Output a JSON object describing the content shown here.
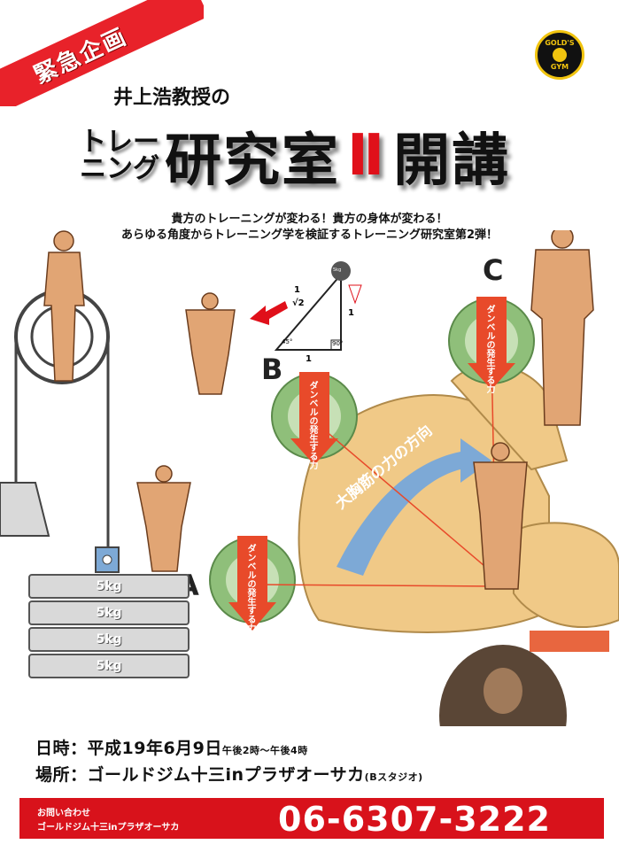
{
  "badge": {
    "label": "緊急企画"
  },
  "logo": {
    "text_top": "GOLD'S",
    "text_bottom": "GYM"
  },
  "header": {
    "professor": "井上浩教授の",
    "title_small_1": "トレー",
    "title_small_2": "ニング",
    "title_main": "研究室",
    "title_numeral": "Ⅱ",
    "title_end": "開講"
  },
  "tagline": {
    "line1": "貴方のトレーニングが変わる！貴方の身体が変わる！",
    "line2": "あらゆる角度からトレーニング学を検証するトレーニング研究室第2弾！"
  },
  "weights": [
    "5kg",
    "5kg",
    "5kg",
    "5kg"
  ],
  "diagram": {
    "label_a": "A",
    "label_b": "B",
    "label_c": "C",
    "dumbbell_force": "ダンベルの発生する力",
    "pec_direction": "大胸筋の力の方向",
    "triangle_top_frac": "1",
    "triangle_sqrt": "√2",
    "triangle_side": "1",
    "triangle_base": "1",
    "angle_45": "45°",
    "angle_90": "90°",
    "weight_label": "5kg"
  },
  "event": {
    "date_label": "日時：平成19年6月9日",
    "date_time": "午後2時〜午後4時",
    "place_label": "場所：ゴールドジム十三inプラザオーサカ",
    "place_studio": "(Bスタジオ)"
  },
  "footer": {
    "contact_label": "お問い合わせ",
    "contact_name": "ゴールドジム十三inプラザオーサカ",
    "phone": "06-6307-3222"
  },
  "colors": {
    "red": "#e0101a",
    "green": "#8fbf7a",
    "blue": "#7da9d6",
    "skin": "#f0c987"
  }
}
